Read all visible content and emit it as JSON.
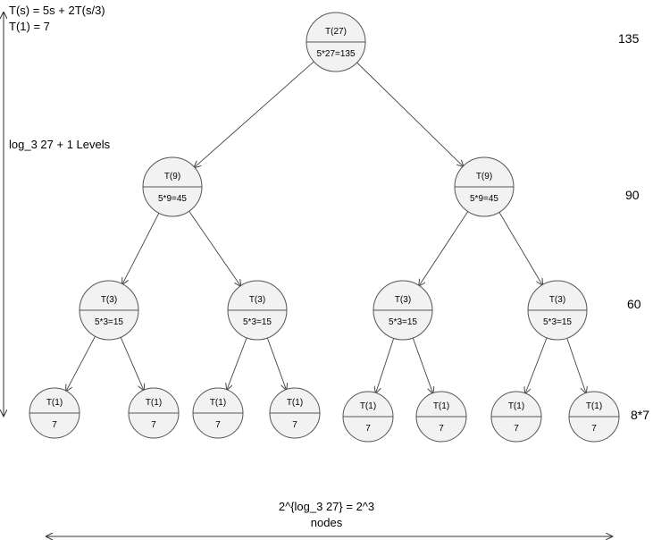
{
  "header": {
    "recurrence": "T(s) = 5s + 2T(s/3)",
    "base_case": "T(1) = 7"
  },
  "levels_label": "log_3 27 + 1 Levels",
  "level_sums": [
    "135",
    "90",
    "60",
    "8*7"
  ],
  "nodes_formula": "2^{log_3 27} = 2^3",
  "nodes_word": "nodes",
  "colors": {
    "node_fill": "#f2f2f2",
    "node_stroke": "#555555",
    "edge": "#444444"
  },
  "tree": {
    "levels": [
      {
        "nodes": [
          {
            "title": "T(27)",
            "cost": "5*27=135"
          }
        ]
      },
      {
        "nodes": [
          {
            "title": "T(9)",
            "cost": "5*9=45"
          },
          {
            "title": "T(9)",
            "cost": "5*9=45"
          }
        ]
      },
      {
        "nodes": [
          {
            "title": "T(3)",
            "cost": "5*3=15"
          },
          {
            "title": "T(3)",
            "cost": "5*3=15"
          },
          {
            "title": "T(3)",
            "cost": "5*3=15"
          },
          {
            "title": "T(3)",
            "cost": "5*3=15"
          }
        ]
      },
      {
        "nodes": [
          {
            "title": "T(1)",
            "cost": "7"
          },
          {
            "title": "T(1)",
            "cost": "7"
          },
          {
            "title": "T(1)",
            "cost": "7"
          },
          {
            "title": "T(1)",
            "cost": "7"
          },
          {
            "title": "T(1)",
            "cost": "7"
          },
          {
            "title": "T(1)",
            "cost": "7"
          },
          {
            "title": "T(1)",
            "cost": "7"
          },
          {
            "title": "T(1)",
            "cost": "7"
          }
        ]
      }
    ]
  }
}
